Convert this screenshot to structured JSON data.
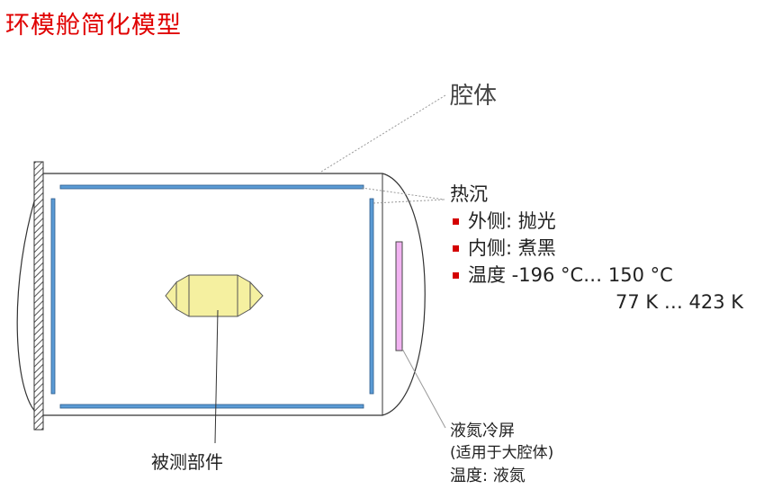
{
  "title": "环模舱简化模型",
  "labels": {
    "cavity": "腔体",
    "test_part": "被测部件"
  },
  "heat_sink": {
    "title": "热沉",
    "items": [
      "外侧: 抛光",
      "内侧: 煮黑",
      "温度 -196 °C… 150 °C"
    ],
    "kelvin_range": "77 K … 423 K"
  },
  "ln2_shroud": {
    "title": "液氮冷屏",
    "note": "(适用于大腔体)",
    "temp": "温度: 液氮"
  },
  "colors": {
    "title": "#e00000",
    "heat_sink_panel": "#5b9bd5",
    "ln2_shroud": "#f2b3f2",
    "test_part": "#f5f0a0",
    "bullet": "#d40000",
    "outline": "#333333",
    "leader_line": "#999999"
  }
}
